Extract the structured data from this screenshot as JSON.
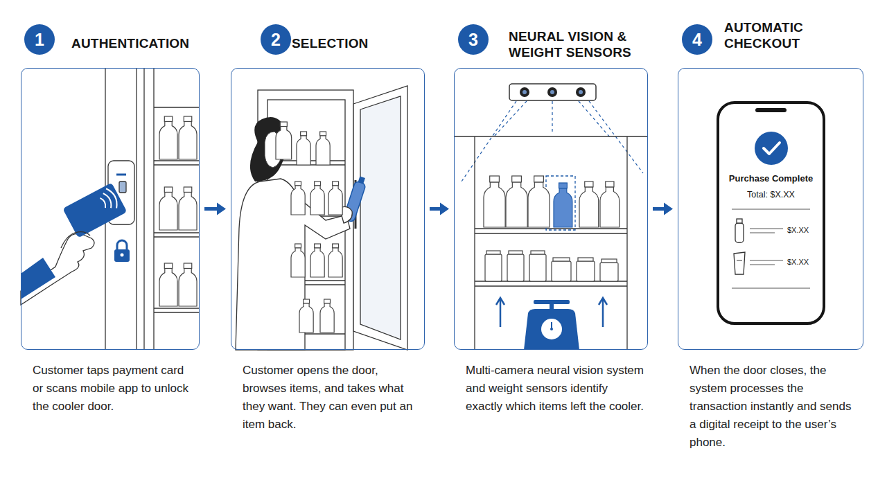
{
  "diagram": {
    "nodes": [
      {
        "text": [
          "1"
        ]
      },
      {
        "text": [
          "AUTHENTICATION",
          "Customer taps payment card or scans mobile app to unlock the cooler door."
        ]
      },
      {
        "text": [
          "2"
        ]
      },
      {
        "text": [
          "SELECTION",
          "Customer opens the door, browses items, and takes what they want. They can even put an item back."
        ]
      },
      {
        "text": [
          "3"
        ]
      },
      {
        "text": [
          "NEURAL VISION & WEIGHT SENSORS",
          "Multi-camera neural vision system and weight sensors identify exactly which items left the cooler."
        ]
      },
      {
        "text": [
          "4"
        ]
      },
      {
        "text": [
          "AUTOMATIC CHECKOUT",
          "When the door closes, the system processes the transaction instantly and sends a digital receipt to the user’s phone."
        ]
      },
      {
        "text": [
          "Purchase Complete",
          "Total: $X.XX",
          "$X.XX",
          "$X.XX"
        ],
        "in": 7
      }
    ],
    "edges": [
      {
        "from": 1,
        "to": 3,
        "arrow": "to"
      },
      {
        "from": 3,
        "to": 5,
        "arrow": "to"
      },
      {
        "from": 5,
        "to": 7,
        "arrow": "to"
      }
    ]
  }
}
